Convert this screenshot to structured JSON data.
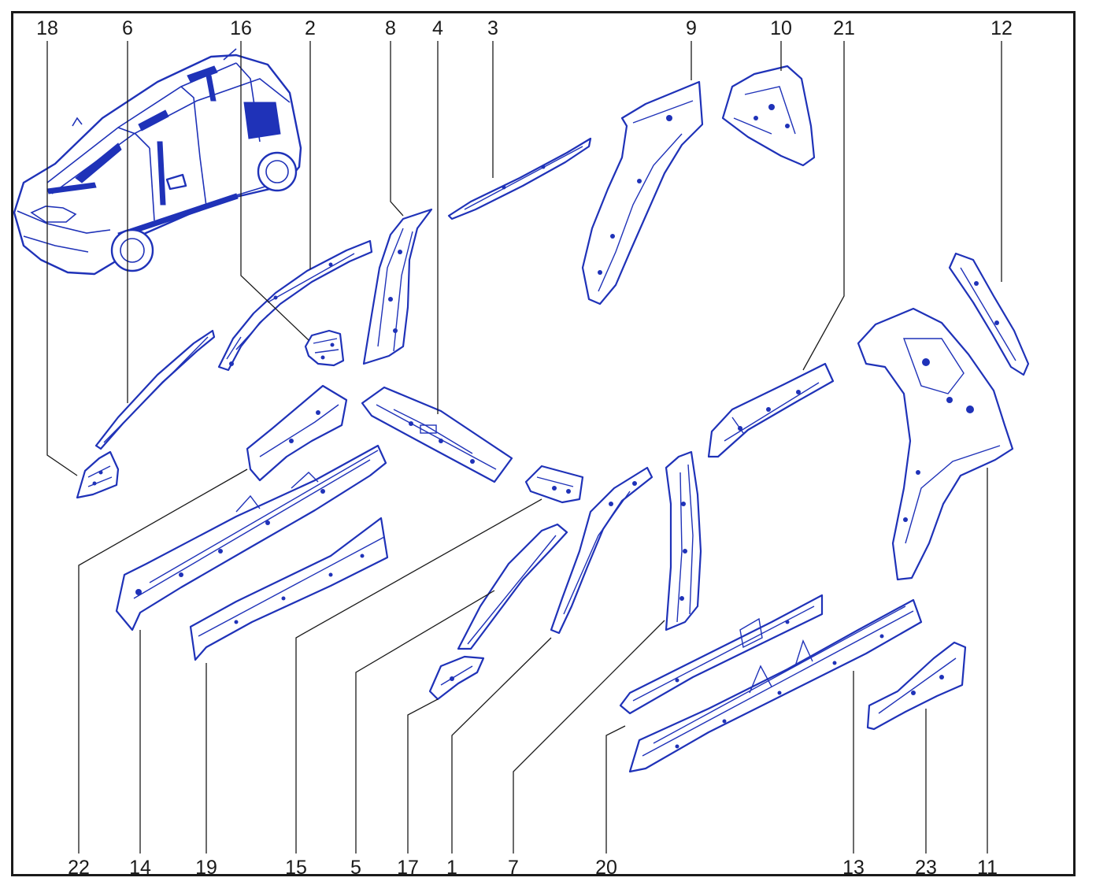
{
  "diagram": {
    "type": "exploded-parts-diagram",
    "subject": "car body side structure",
    "colors": {
      "parts_line": "#1f32b8",
      "labels": "#1a1a1a",
      "frame": "#1a1a1a",
      "background": "#ffffff"
    },
    "top_callouts": [
      "18",
      "6",
      "16",
      "2",
      "8",
      "4",
      "3",
      "9",
      "10",
      "21",
      "12"
    ],
    "bottom_callouts": [
      "22",
      "14",
      "19",
      "15",
      "5",
      "17",
      "1",
      "7",
      "20",
      "13",
      "23",
      "11"
    ]
  }
}
